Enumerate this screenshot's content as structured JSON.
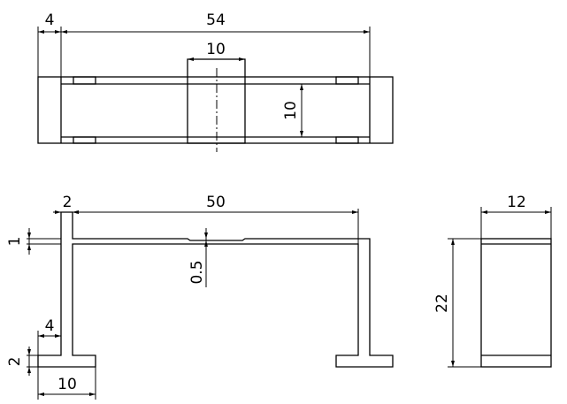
{
  "drawing": {
    "views": [
      "top-view",
      "front-view",
      "side-view"
    ],
    "dimensions": {
      "top_overall_width": "54",
      "top_tab_width": "4",
      "top_center_width": "10",
      "top_depth": "10",
      "front_span": "50",
      "front_post_width": "2",
      "front_plate_thickness": "1",
      "front_groove_depth": "0.5",
      "front_foot_inner": "4",
      "front_foot_thickness": "2",
      "front_foot_width": "10",
      "side_width": "12",
      "side_height": "22"
    },
    "colors": {
      "line": "#000000",
      "background": "#ffffff"
    }
  }
}
